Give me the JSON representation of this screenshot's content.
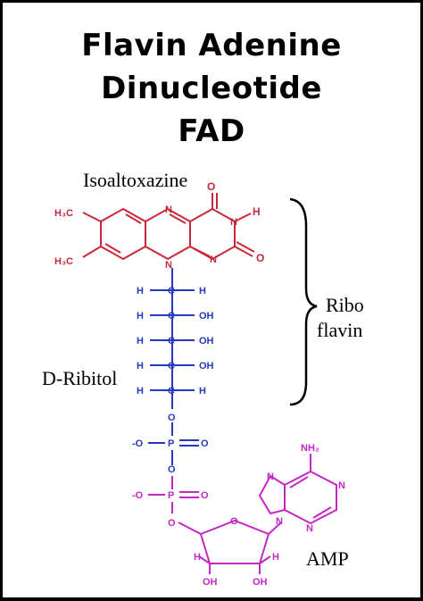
{
  "title": {
    "line1": "Flavin Adenine",
    "line2": "Dinucleotide",
    "line3": "FAD"
  },
  "labels": {
    "isoalloxazine": "Isoaltoxazine",
    "riboflavin_line1": "Ribo",
    "riboflavin_line2": "flavin",
    "ribitol": "D-Ribitol",
    "amp": "AMP"
  },
  "colors": {
    "isoalloxazine": "#c8283c",
    "ribitol_phosphate": "#2438c0",
    "amp": "#c428c4"
  },
  "atoms": {
    "o": "O",
    "n": "N",
    "h": "H",
    "c": "C",
    "p": "P",
    "oh": "OH",
    "ch3": "H₃C",
    "nh2": "NH₂",
    "ominus": "-O"
  }
}
